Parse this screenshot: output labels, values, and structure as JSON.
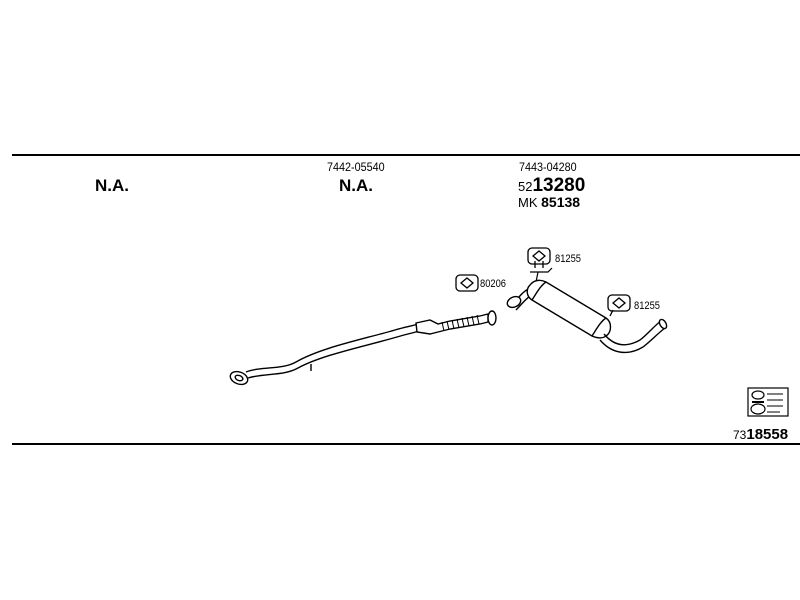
{
  "header": {
    "left_na": "N.A.",
    "mid_part_number": "7442-05540",
    "mid_na": "N.A.",
    "right_part_number": "7443-04280",
    "right_code_prefix": "52",
    "right_code_main": "13280",
    "right_mk_prefix": "MK",
    "right_mk_number": "85138"
  },
  "callouts": {
    "gasket_top": "81255",
    "gasket_left": "80206",
    "gasket_right": "81255"
  },
  "footer": {
    "ref_prefix": "73",
    "ref_main": "18558"
  }
}
